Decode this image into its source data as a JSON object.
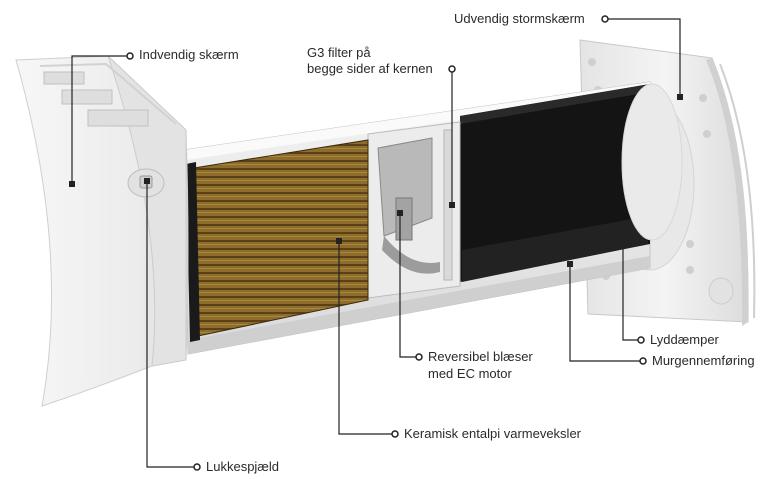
{
  "labels": {
    "indvendig_skaerm": "Indvendig skærm",
    "g3_filter_line1": "G3 filter på",
    "g3_filter_line2": "begge sider af kernen",
    "udvendig_stormskaerm": "Udvendig stormskærm",
    "reversibel_blaeser_line1": "Reversibel blæser",
    "reversibel_blaeser_line2": "med EC motor",
    "lyddaemper": "Lyddæmper",
    "murgennemfoering": "Murgennemføring",
    "keramisk_varmeveksler": "Keramisk entalpi varmeveksler",
    "lukkespjaeld": "Lukkespjæld"
  },
  "colors": {
    "leader_line": "#222222",
    "panel_white": "#f2f2f2",
    "panel_shadow": "#d6d6d6",
    "core_gold": "#8a6a2a",
    "core_dark": "#4a3510",
    "foam_black": "#141414",
    "tube_inner": "#e9e9e9"
  }
}
